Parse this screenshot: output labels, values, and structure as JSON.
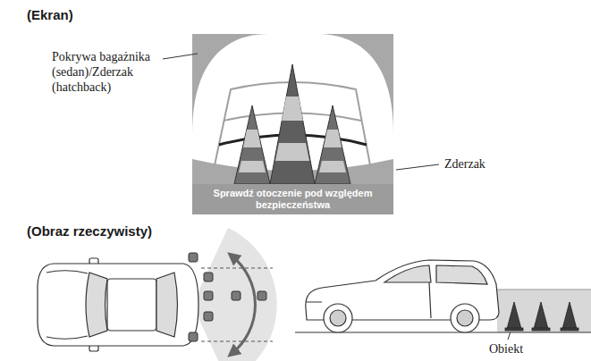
{
  "diagram": {
    "nodes": [
      {
        "text": [
          "Sprawdź otoczenie pod względem bezpieczeństwa"
        ]
      }
    ],
    "labels": [
      "(Ekran)",
      "Pokrywa bagażnika (sedan)/Zderzak (hatchback)",
      "Zderzak",
      "(Obraz rzeczywisty)",
      "Obiekt"
    ]
  }
}
